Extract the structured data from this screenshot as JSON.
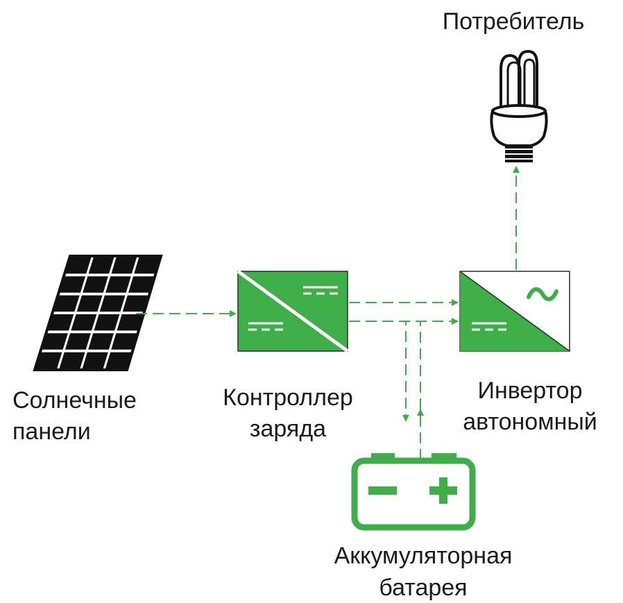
{
  "labels": {
    "consumer": "Потребитель",
    "solar_line1": "Солнечные",
    "solar_line2": "панели",
    "controller_line1": "Контроллер",
    "controller_line2": "заряда",
    "inverter_line1": "Инвертор",
    "inverter_line2": "автономный",
    "battery_line1": "Аккумуляторная",
    "battery_line2": "батарея"
  },
  "symbols": {
    "ac": "~",
    "minus": "−",
    "plus": "+"
  },
  "colors": {
    "green": "#3fae49",
    "dark_green": "#2f8f3a",
    "black": "#111111",
    "text": "#1a1a1a"
  },
  "icons": {
    "solar_panel": "solar-panel-icon",
    "controller": "charge-controller-icon",
    "inverter": "inverter-icon",
    "battery": "battery-icon",
    "bulb": "cfl-bulb-icon"
  }
}
